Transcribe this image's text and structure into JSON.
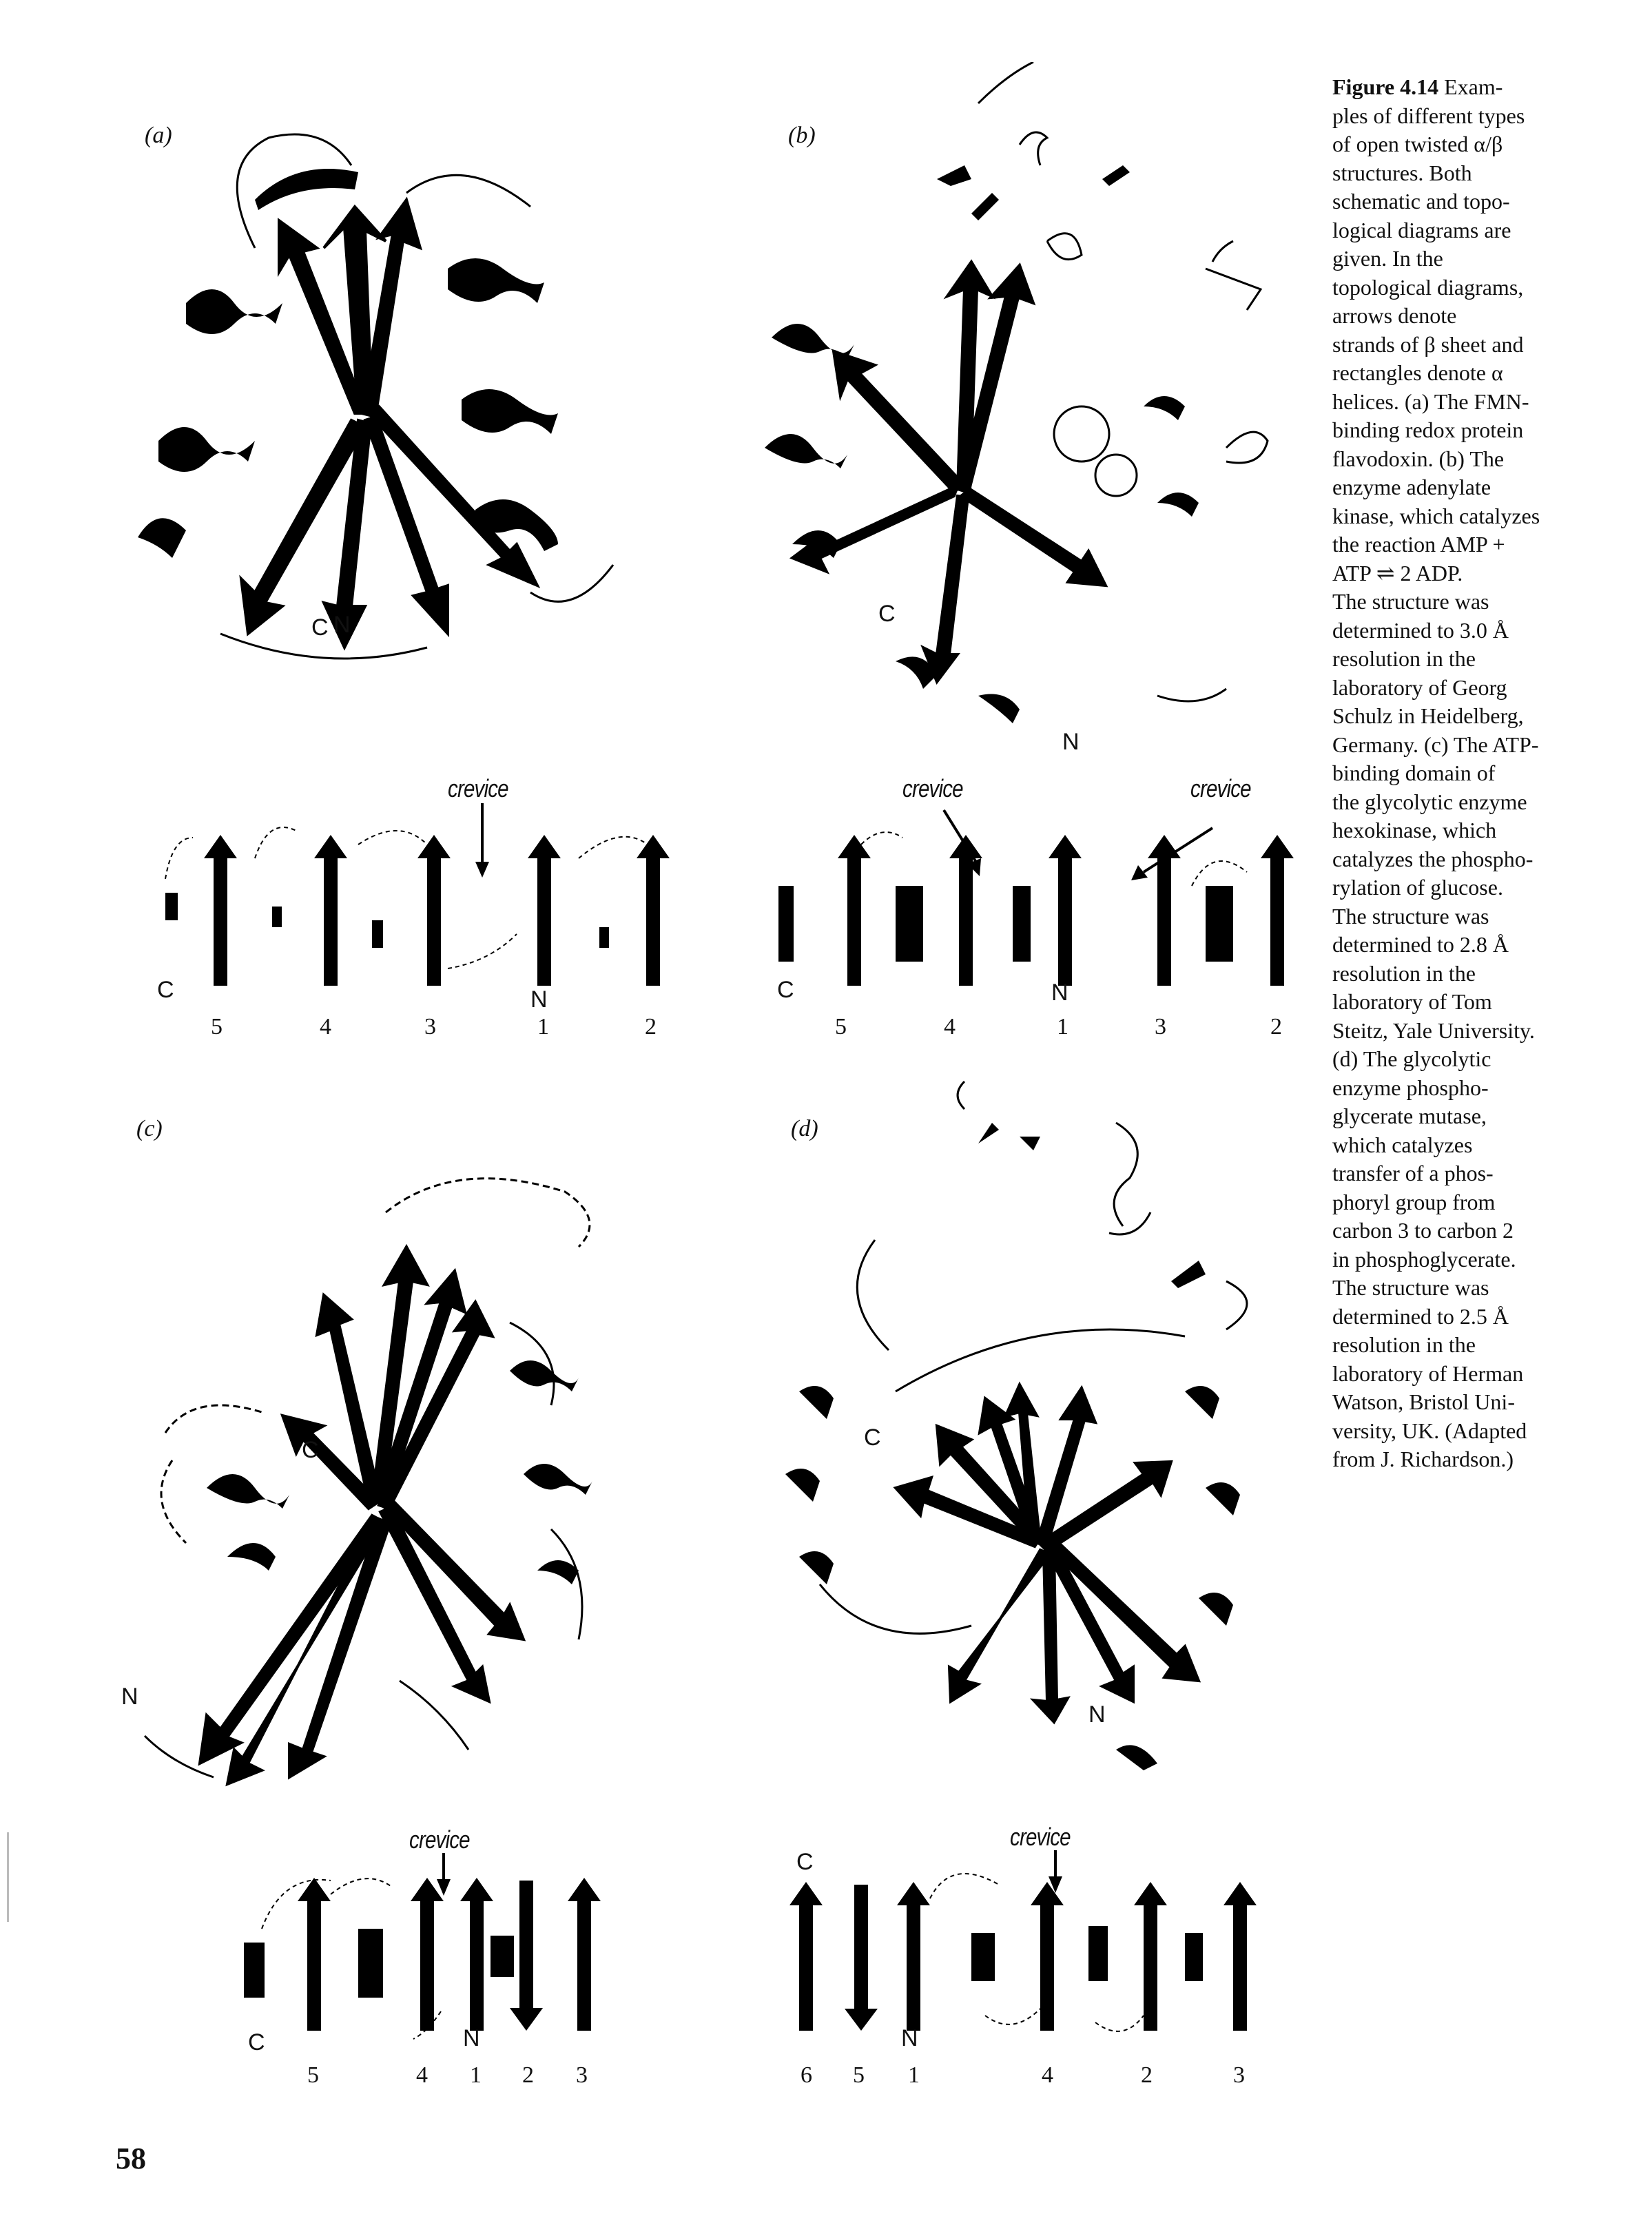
{
  "panels": {
    "a": {
      "label": "(a)",
      "crevice": "crevice",
      "c_label": "C",
      "n_label": "N",
      "sheet_c": "C",
      "sheet_n": "N",
      "order": [
        "5",
        "4",
        "3",
        "1",
        "2"
      ]
    },
    "b": {
      "label": "(b)",
      "crevice_1": "crevice",
      "crevice_2": "crevice",
      "c_label": "C",
      "n_label": "N",
      "sheet_c": "C",
      "sheet_n": "N",
      "order": [
        "5",
        "4",
        "1",
        "3",
        "2"
      ]
    },
    "c": {
      "label": "(c)",
      "crevice": "crevice",
      "c_label": "C",
      "n_label": "N",
      "sheet_c": "C",
      "sheet_n": "N",
      "order": [
        "5",
        "4",
        "1",
        "2",
        "3"
      ]
    },
    "d": {
      "label": "(d)",
      "crevice": "crevice",
      "c_label": "C",
      "n_label": "N",
      "sheet_c": "C",
      "sheet_n": "N",
      "order": [
        "6",
        "5",
        "1",
        "4",
        "2",
        "3"
      ]
    }
  },
  "caption": {
    "title": "Figure 4.14",
    "lines": [
      "Exam-",
      "ples of different types",
      "of open twisted α/β",
      "structures. Both",
      "schematic and topo-",
      "logical diagrams are",
      "given. In the",
      "topological diagrams,",
      "arrows denote",
      "strands of β sheet and",
      "rectangles denote α",
      "helices. (a) The FMN-",
      "binding redox protein",
      "flavodoxin. (b) The",
      "enzyme adenylate",
      "kinase, which catalyzes",
      "the reaction AMP +",
      "ATP ⇌ 2 ADP.",
      "The structure was",
      "determined to 3.0 Å",
      "resolution in the",
      "laboratory of Georg",
      "Schulz in Heidelberg,",
      "Germany. (c) The ATP-",
      "binding domain of",
      "the glycolytic enzyme",
      "hexokinase, which",
      "catalyzes the phospho-",
      "rylation of glucose.",
      "The structure was",
      "determined to 2.8 Å",
      "resolution in the",
      "laboratory of Tom",
      "Steitz, Yale University.",
      "(d) The glycolytic",
      "enzyme phospho-",
      "glycerate mutase,",
      "which catalyzes",
      "transfer of a phos-",
      "phoryl group from",
      "carbon 3 to carbon 2",
      "in phosphoglycerate.",
      "The structure was",
      "determined to 2.5 Å",
      "resolution in the",
      "laboratory of Herman",
      "Watson, Bristol Uni-",
      "versity, UK. (Adapted",
      "from J. Richardson.)"
    ]
  },
  "page_number": "58"
}
